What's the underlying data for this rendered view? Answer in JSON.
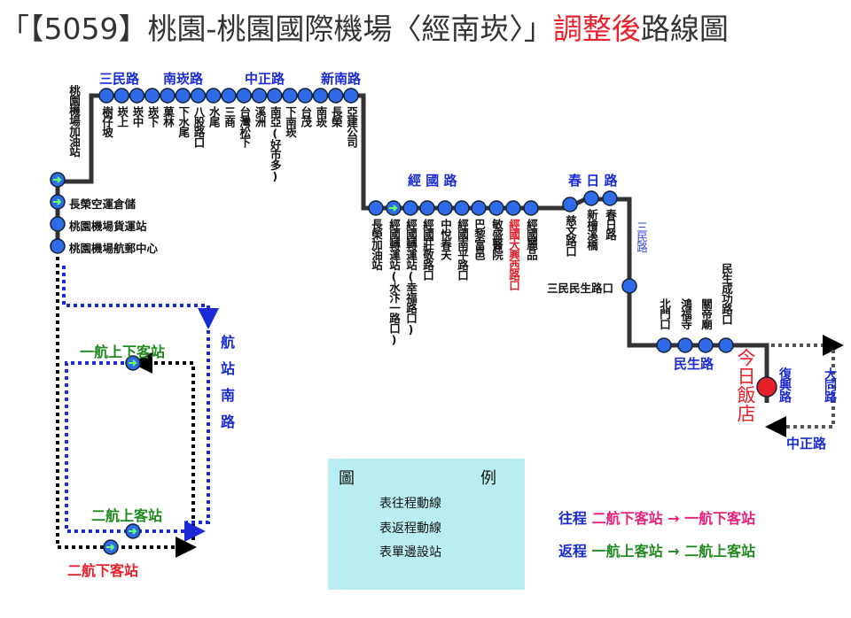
{
  "title": {
    "prefix": "「【5059】桃園-桃園國際機場〈經南崁〉」",
    "highlight": "調整後",
    "suffix": "路線圖"
  },
  "roads": {
    "sanmin_top": "三民路",
    "nankan": "南崁路",
    "zhongzheng_top": "中正路",
    "xinnan": "新南路",
    "jingguo": "經 國 路",
    "chunri": "春 日 路",
    "sanmin_side": "三民路",
    "minsheng": "民生路",
    "fuxing": "復興路",
    "datong": "大同路",
    "zhongzheng_bottom": "中正路",
    "hangzhan_south": "航站南路"
  },
  "stops": {
    "airport_gas": "桃園機場加油站",
    "left": [
      "長榮空運倉儲",
      "桃園機場貨運站",
      "桃園機場航郵中心"
    ],
    "top": [
      "樹仔坡",
      "崁上",
      "崁中",
      "崁下",
      "菓林",
      "下水尾",
      "八股路口",
      "水尾",
      "三商",
      "台灣松下",
      "溪洲",
      "南亞(好市多)",
      "下南崁",
      "台茂",
      "南崁",
      "長榮",
      "亞建公司"
    ],
    "middle": [
      "長榮加油站",
      "經國轉運站(水汴一路口)",
      "經國轉運站(幸福路口)",
      "經國莊敬路口",
      "中悅春天",
      "經國南平路口",
      "巴黎富邑",
      "敏盛醫院",
      "經國大興西路口",
      "經國麗品"
    ],
    "chunri": [
      "慈文路口",
      "新檜溪橋",
      "春日路"
    ],
    "sanmin_minsheng": "三民民生路口",
    "minsheng": [
      "北門口",
      "鴻福寺",
      "關帝廟",
      "民生成功路口"
    ],
    "terminal": "今日飯店",
    "t1": "一航上下客站",
    "t2_up": "二航上客站",
    "t2_down": "二航下客站"
  },
  "highlighted_stop_index": 8,
  "legend": {
    "title_left": "圖",
    "title_right": "例",
    "items": [
      "表往程動線",
      "表返程動線",
      "表單邊設站"
    ]
  },
  "notes": {
    "outbound_label": "往程",
    "outbound_route": "二航下客站 → 一航下客站",
    "return_label": "返程",
    "return_route": "一航上客站 → 二航上客站"
  },
  "colors": {
    "line": "#333333",
    "stop": "#2f6ae8",
    "road": "#1a2bd6",
    "red": "#e8202a",
    "green": "#1f8a1f",
    "legend_bg": "#b9eef0"
  }
}
